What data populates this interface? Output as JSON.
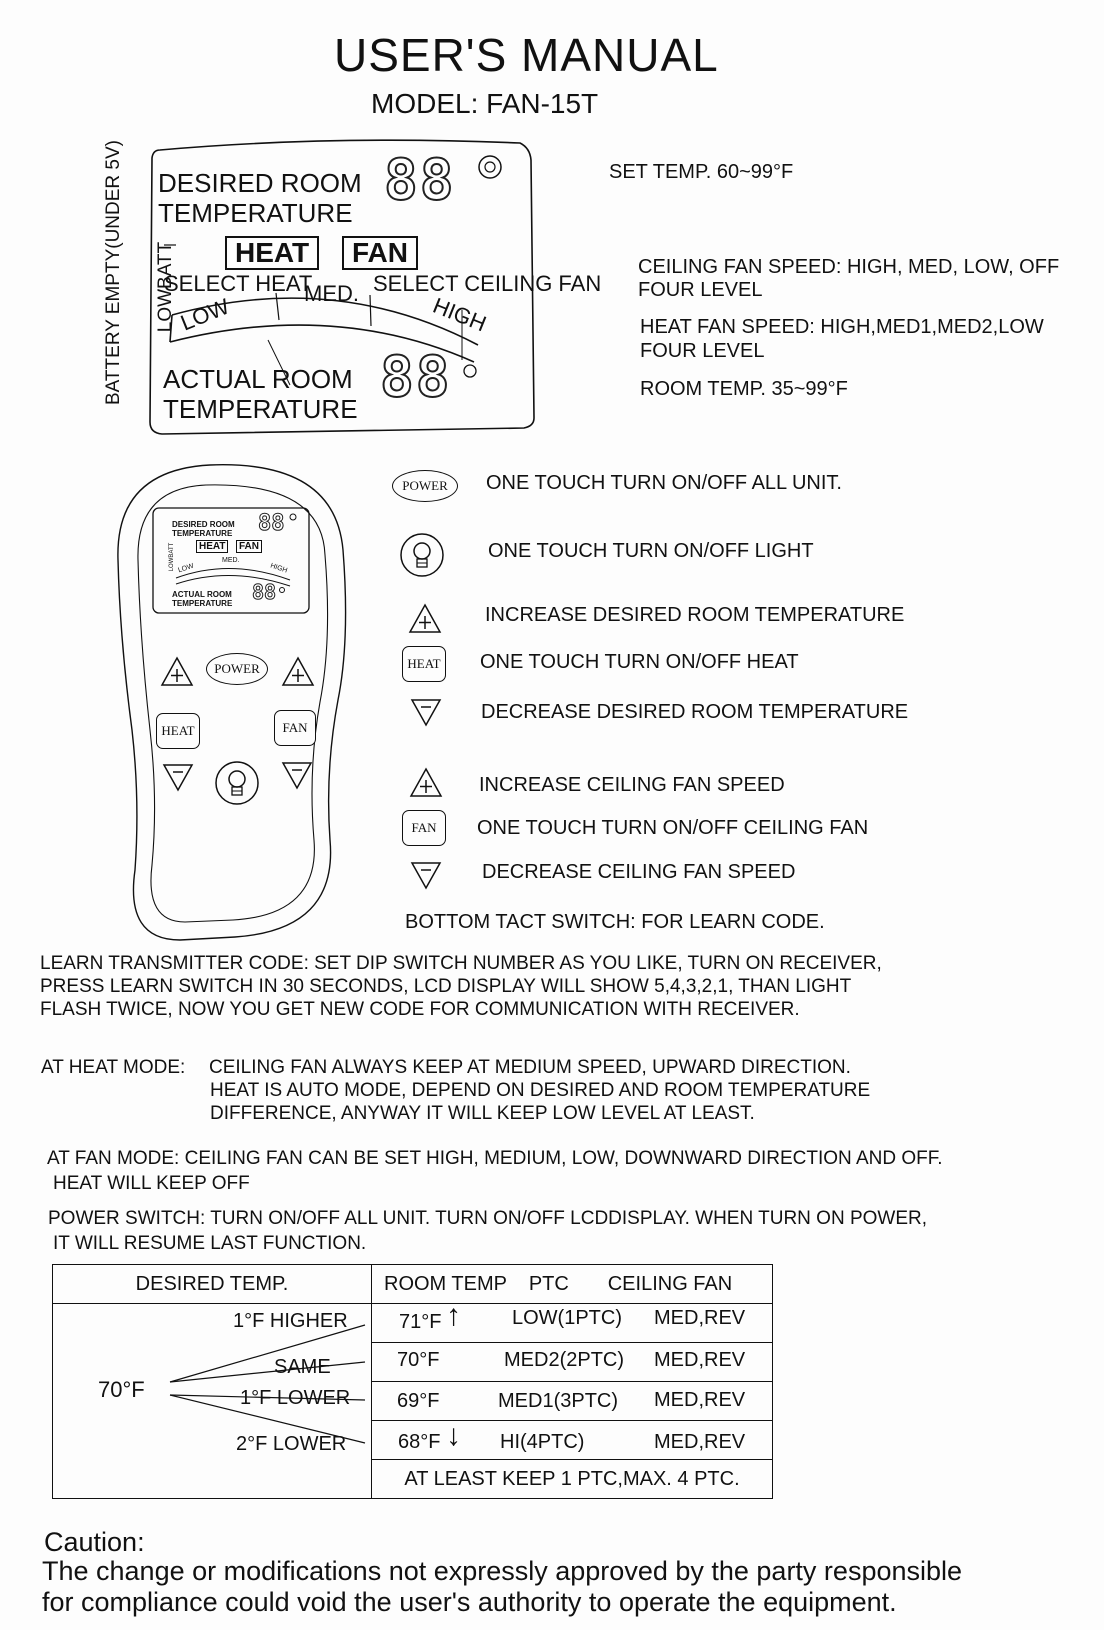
{
  "header": {
    "title": "USER'S MANUAL",
    "model": "MODEL: FAN-15T"
  },
  "lcd": {
    "side_label": "BATTERY EMPTY(UNDER 5V)",
    "low_batt": "LOWBATT",
    "desired_line1": "DESIRED ROOM",
    "desired_line2": "TEMPERATURE",
    "digits": "88",
    "heat_box": "HEAT",
    "fan_box": "FAN",
    "select_heat": "SELECT HEAT",
    "select_fan": "SELECT CEILING FAN",
    "scale_low": "LOW",
    "scale_med": "MED.",
    "scale_high": "HIGH",
    "actual_line1": "ACTUAL ROOM",
    "actual_line2": "TEMPERATURE"
  },
  "specs": {
    "set_temp": "SET TEMP. 60~99°F",
    "ceiling_speed": "CEILING FAN SPEED: HIGH, MED, LOW, OFF",
    "ceiling_level": "FOUR  LEVEL",
    "heat_speed": "HEAT FAN SPEED: HIGH,MED1,MED2,LOW",
    "heat_level": "FOUR LEVEL",
    "room_temp": "ROOM TEMP. 35~99°F"
  },
  "remote": {
    "desired_line1": "DESIRED ROOM",
    "desired_line2": "TEMPERATURE",
    "low_batt": "LOWBATT",
    "heat_box": "HEAT",
    "fan_box": "FAN",
    "scale_low": "LOW",
    "scale_med": "MED.",
    "scale_high": "HIGH",
    "actual_line1": "ACTUAL ROOM",
    "actual_line2": "TEMPERATURE",
    "digits": "88",
    "power": "POWER",
    "heat": "HEAT",
    "fan": "FAN"
  },
  "legend": {
    "power_btn": "POWER",
    "power": "ONE TOUCH TURN ON/OFF ALL UNIT.",
    "light": "ONE TOUCH TURN ON/OFF LIGHT",
    "inc_temp": "INCREASE DESIRED ROOM TEMPERATURE",
    "heat_btn": "HEAT",
    "heat": "ONE TOUCH TURN ON/OFF HEAT",
    "dec_temp": "DECREASE DESIRED ROOM TEMPERATURE",
    "inc_fan": "INCREASE CEILING FAN SPEED",
    "fan_btn": "FAN",
    "fan": "ONE TOUCH TURN ON/OFF CEILING FAN",
    "dec_fan": "DECREASE CEILING FAN SPEED",
    "tact": "BOTTOM TACT SWITCH: FOR LEARN CODE."
  },
  "learn": [
    "LEARN TRANSMITTER CODE: SET DIP SWITCH NUMBER AS YOU LIKE, TURN ON RECEIVER,",
    "PRESS LEARN SWITCH IN 30 SECONDS, LCD DISPLAY WILL SHOW 5,4,3,2,1, THAN LIGHT",
    "FLASH TWICE, NOW YOU GET NEW CODE FOR COMMUNICATION WITH RECEIVER."
  ],
  "heat_mode": {
    "label": "AT HEAT MODE:",
    "line1": "CEILING FAN ALWAYS KEEP AT MEDIUM SPEED, UPWARD DIRECTION.",
    "line2": "HEAT IS AUTO MODE, DEPEND ON  DESIRED AND ROOM TEMPERATURE",
    "line3": "DIFFERENCE,  ANYWAY IT WILL KEEP LOW  LEVEL AT LEAST."
  },
  "fan_mode": {
    "line1": "AT FAN MODE:  CEILING FAN CAN BE SET HIGH, MEDIUM, LOW, DOWNWARD DIRECTION AND OFF.",
    "line2": "HEAT WILL KEEP OFF"
  },
  "power_switch": {
    "line1": "POWER SWITCH:  TURN ON/OFF ALL UNIT. TURN ON/OFF LCDDISPLAY. WHEN TURN ON POWER,",
    "line2": "IT WILL RESUME LAST FUNCTION."
  },
  "table": {
    "header_desired": "DESIRED TEMP.",
    "header_right": "ROOM TEMP    PTC       CEILING FAN",
    "desired_value": "70°F",
    "branches": [
      "1°F HIGHER",
      "SAME",
      "1°F LOWER",
      "2°F LOWER"
    ],
    "rows": [
      {
        "room": "71°F",
        "ptc": "LOW(1PTC)",
        "fan": "MED,REV"
      },
      {
        "room": "70°F",
        "ptc": "MED2(2PTC)",
        "fan": "MED,REV"
      },
      {
        "room": "69°F",
        "ptc": "MED1(3PTC)",
        "fan": "MED,REV"
      },
      {
        "room": "68°F",
        "ptc": "HI(4PTC)",
        "fan": "MED,REV"
      }
    ],
    "footer": "AT LEAST KEEP 1 PTC,MAX. 4 PTC."
  },
  "caution": {
    "title": "Caution:",
    "line1": "The change or modifications not expressly approved by the party responsible",
    "line2": "for compliance could void the user's authority to operate the equipment."
  }
}
